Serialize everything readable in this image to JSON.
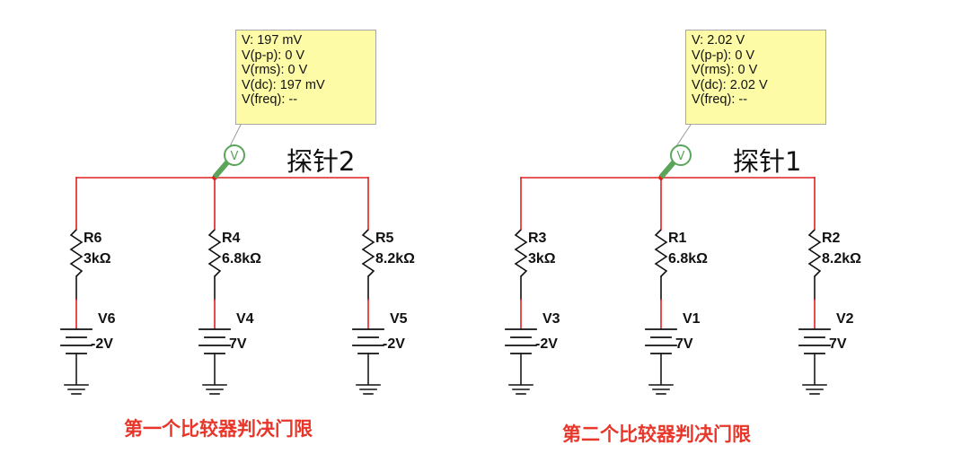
{
  "probe2": {
    "label": "探针2",
    "readout": [
      "V: 197 mV",
      "V(p-p): 0 V",
      "V(rms): 0 V",
      "V(dc): 197 mV",
      "V(freq): --"
    ]
  },
  "probe1": {
    "label": "探针1",
    "readout": [
      "V: 2.02 V",
      "V(p-p): 0 V",
      "V(rms): 0 V",
      "V(dc): 2.02 V",
      "V(freq): --"
    ]
  },
  "probe_symbol": "V",
  "left_circuit": {
    "caption": "第一个比较器判决门限",
    "branches": [
      {
        "resistor": "R6",
        "resistance": "3kΩ",
        "source": "V6",
        "voltage": "-2V"
      },
      {
        "resistor": "R4",
        "resistance": "6.8kΩ",
        "source": "V4",
        "voltage": "7V"
      },
      {
        "resistor": "R5",
        "resistance": "8.2kΩ",
        "source": "V5",
        "voltage": "-2V"
      }
    ]
  },
  "right_circuit": {
    "caption": "第二个比较器判决门限",
    "branches": [
      {
        "resistor": "R3",
        "resistance": "3kΩ",
        "source": "V3",
        "voltage": "-2V"
      },
      {
        "resistor": "R1",
        "resistance": "6.8kΩ",
        "source": "V1",
        "voltage": "7V"
      },
      {
        "resistor": "R2",
        "resistance": "8.2kΩ",
        "source": "V2",
        "voltage": "7V"
      }
    ]
  },
  "colors": {
    "wire_live": "#e02020",
    "wire_ground": "#1a1a1a",
    "probe_green": "#5aa55a",
    "probe_box_bg": "#fdfba6",
    "caption_red": "#e8372a"
  }
}
